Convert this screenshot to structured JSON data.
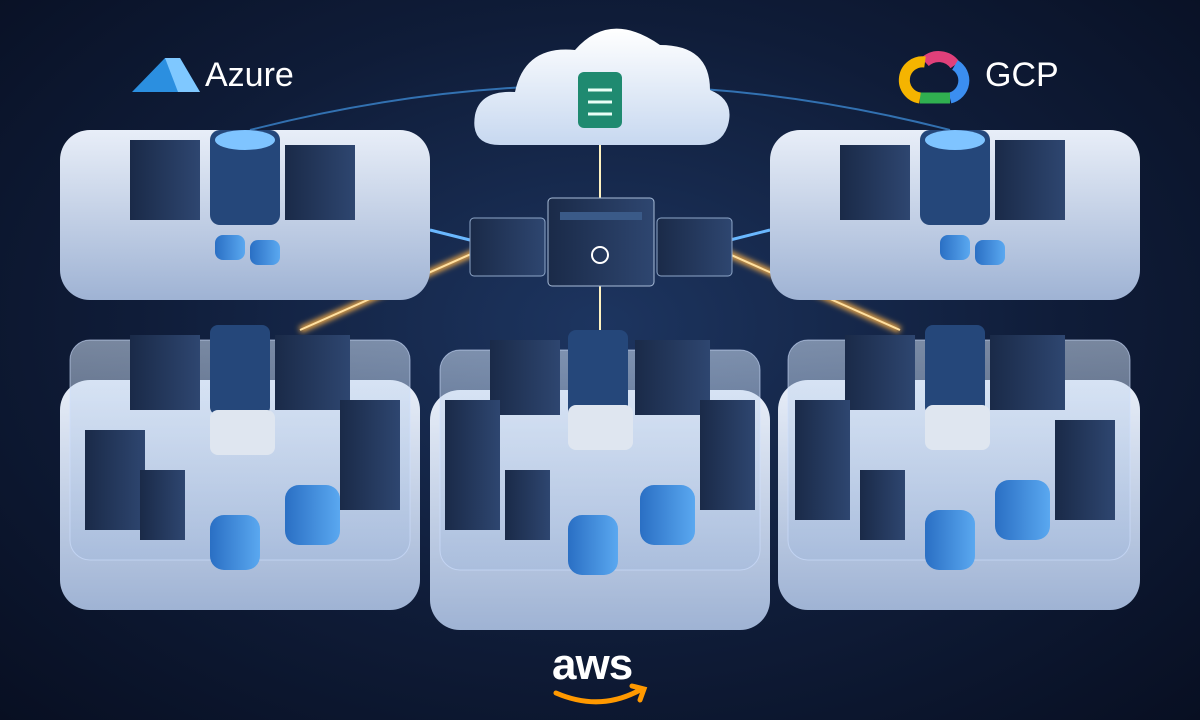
{
  "providers": {
    "azure": {
      "label": "Azure",
      "color": "#2b8fe0",
      "icon": "azure-logo-icon"
    },
    "gcp": {
      "label": "GCP",
      "icon": "gcp-cloud-logo-icon"
    },
    "aws": {
      "label": "aws",
      "color": "#ff9900",
      "icon": "aws-smile-icon"
    }
  },
  "colors": {
    "background": "#0f1c38",
    "link_glow": "#ffb347",
    "accent_blue": "#3a8ee8"
  },
  "central_cloud": {
    "icon": "spreadsheet-icon",
    "color": "#1f8a70"
  }
}
